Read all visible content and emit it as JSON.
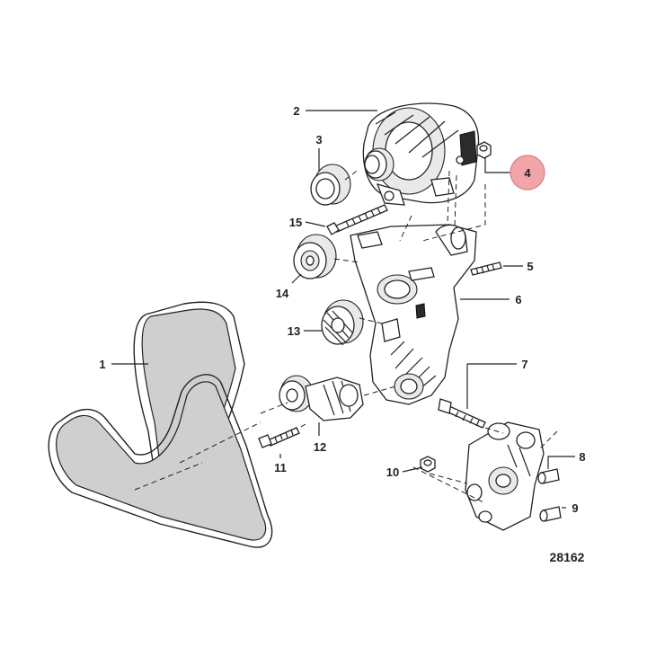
{
  "figure_number": "28162",
  "callouts": {
    "c1": "1",
    "c2": "2",
    "c3": "3",
    "c4": "4",
    "c5": "5",
    "c6": "6",
    "c7": "7",
    "c8": "8",
    "c9": "9",
    "c10": "10",
    "c11": "11",
    "c12": "12",
    "c13": "13",
    "c14": "14",
    "c15": "15"
  },
  "colors": {
    "highlight": "#f2a5a9",
    "highlight_stroke": "#e07a80",
    "line": "#222222"
  }
}
